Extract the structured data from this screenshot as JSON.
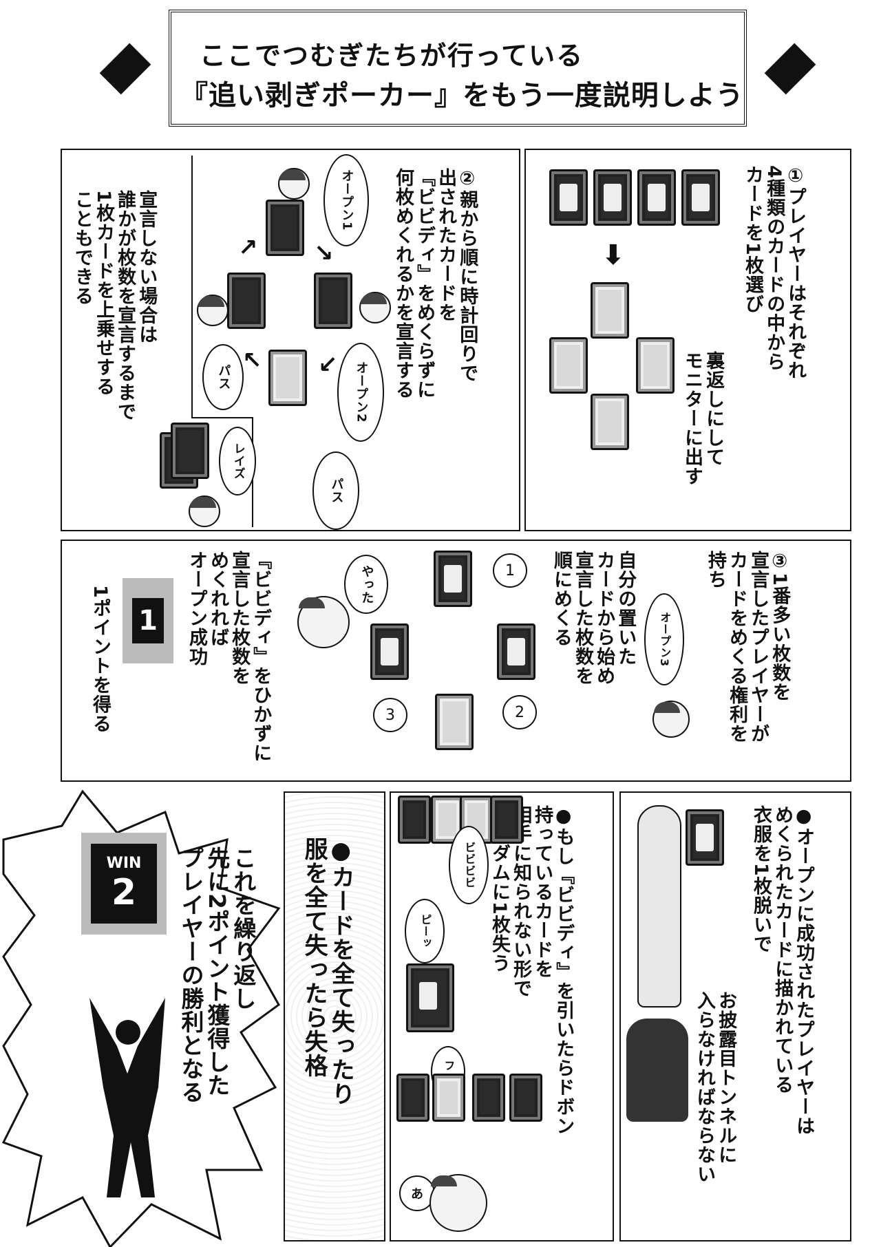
{
  "header": {
    "line1": "ここでつむぎたちが行っている",
    "line2": "『追い剥ぎポーカー』をもう一度説明しよう"
  },
  "panel1": {
    "title": "①プレイヤーはそれぞれ\n4種類のカードの中から\nカードを1枚選び",
    "caption": "裏返しにして\nモニターに出す"
  },
  "panel2": {
    "title": "②親から順に時計回りで\n出されたカードを\n『ビビディ』をめくらずに\n何枚めくれるかを宣言する",
    "note": "宣言しない場合は\n誰かが枚数を宣言するまで\n1枚カードを上乗せする\nこともできる",
    "bubble_open1": "オープン1",
    "bubble_open2": "オープン2",
    "bubble_pass_a": "パス",
    "bubble_pass_b": "パス",
    "bubble_raise": "レイズ"
  },
  "panel3": {
    "title": "③1番多い枚数を\n宣言したプレイヤーが\nカードをめくる権利を\n持ち",
    "step": "自分の置いた\nカードから始め\n宣言した枚数を\n順にめくる",
    "bubble_open3": "オープン3",
    "bubble_yatta": "やった",
    "num1": "1",
    "num2": "2",
    "num3": "3",
    "success": "『ビビディ』をひかずに\n宣言した枚数を\nめくれれば\nオープン成功",
    "point_text": "1ポイントを得る",
    "badge1": "1"
  },
  "panel4": {
    "text": "●オープンに成功されたプレイヤーは\nめくられたカードに描かれている\n衣服を1枚脱いで",
    "caption": "お披露目トンネルに\n入らなければならない"
  },
  "panel5": {
    "text": "●もし『ビビディ』を引いたらドボン\n持っているカードを\n相手に知られない形で\nランダムに1枚失う",
    "sfx_bibibibi": "ビビビビ",
    "sfx_pitsu": "ピーッ",
    "sfx_fu": "フッ",
    "sfx_a": "あ"
  },
  "panel6": {
    "text": "●カードを全て失ったり\n服を全て失ったら失格"
  },
  "panel7": {
    "text": "これを繰り返し\n先に2ポイント獲得した\nプレイヤーの勝利となる",
    "badge_top": "WIN",
    "badge_num": "2"
  }
}
